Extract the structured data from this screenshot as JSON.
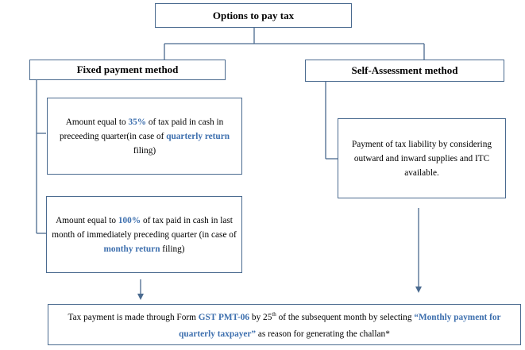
{
  "colors": {
    "line": "#4a6a8f",
    "accent": "#3d6fae"
  },
  "title": "Options to pay tax",
  "fixed": {
    "title": "Fixed payment method",
    "box1": {
      "p1": "Amount equal to ",
      "h1": "35%",
      "p2": " of tax paid in cash in preceeding quarter(in case of ",
      "h2": "quarterly return",
      "p3": " filing)"
    },
    "box2": {
      "p1": "Amount equal to ",
      "h1": "100%",
      "p2": " of tax paid in cash in last month of immediately preceding quarter (in case of ",
      "h2": "monthy return",
      "p3": " filing)"
    }
  },
  "self": {
    "title": "Self-Assessment method",
    "box": "Payment of tax liability by considering outward and inward supplies and ITC available."
  },
  "bottom": {
    "p1": "Tax payment is made through Form ",
    "h1": "GST PMT-06",
    "p2": " by 25",
    "sup": "th",
    "p3": " of the subsequent month by selecting ",
    "h2": "“Monthly payment for quarterly taxpayer”",
    "p4": " as reason for generating the challan*"
  }
}
